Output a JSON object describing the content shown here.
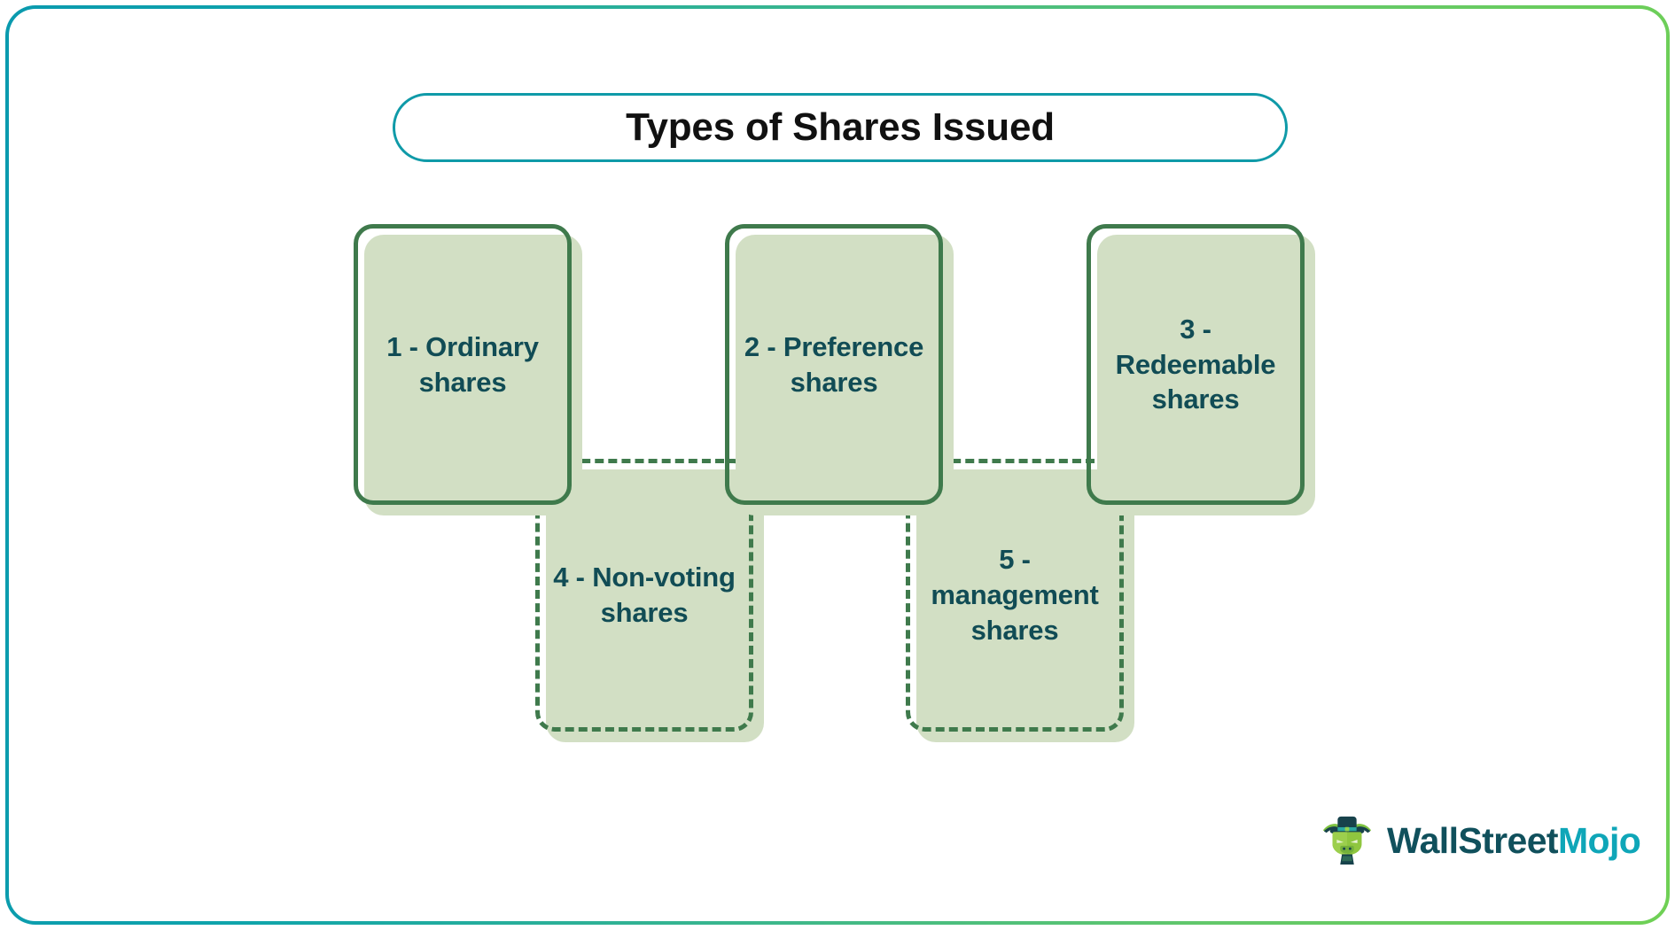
{
  "frame": {
    "gradient_start": "#0a9aae",
    "gradient_end": "#6fd055"
  },
  "title": {
    "text": "Types of Shares Issued",
    "border_color": "#0f9aa8",
    "text_color": "#111111"
  },
  "palette": {
    "card_fill": "#d2dfc4",
    "card_border": "#3f7a4c",
    "card_text": "#114c55",
    "logo_dark": "#10505c",
    "logo_accent": "#0fa6b8"
  },
  "diagram": {
    "type": "grouped-cards",
    "rows": [
      {
        "name": "top-row",
        "border_style": "solid"
      },
      {
        "name": "bottom-row",
        "border_style": "dashed"
      }
    ],
    "cards": [
      {
        "index": 1,
        "number": "1",
        "label": "1 - Ordinary shares",
        "row": "top",
        "border_style": "solid"
      },
      {
        "index": 2,
        "number": "2",
        "label": "2 - Preference shares",
        "row": "top",
        "border_style": "solid"
      },
      {
        "index": 3,
        "number": "3",
        "label": "3 - Redeemable shares",
        "row": "top",
        "border_style": "solid"
      },
      {
        "index": 4,
        "number": "4",
        "label": "4 - Non-voting shares",
        "row": "bottom",
        "border_style": "dashed"
      },
      {
        "index": 5,
        "number": "5",
        "label": "5 - management shares",
        "row": "bottom",
        "border_style": "dashed"
      }
    ]
  },
  "logo": {
    "primary_text": "WallStreet",
    "accent_text": "Mojo",
    "mark": "bull-mascot-with-top-hat"
  }
}
